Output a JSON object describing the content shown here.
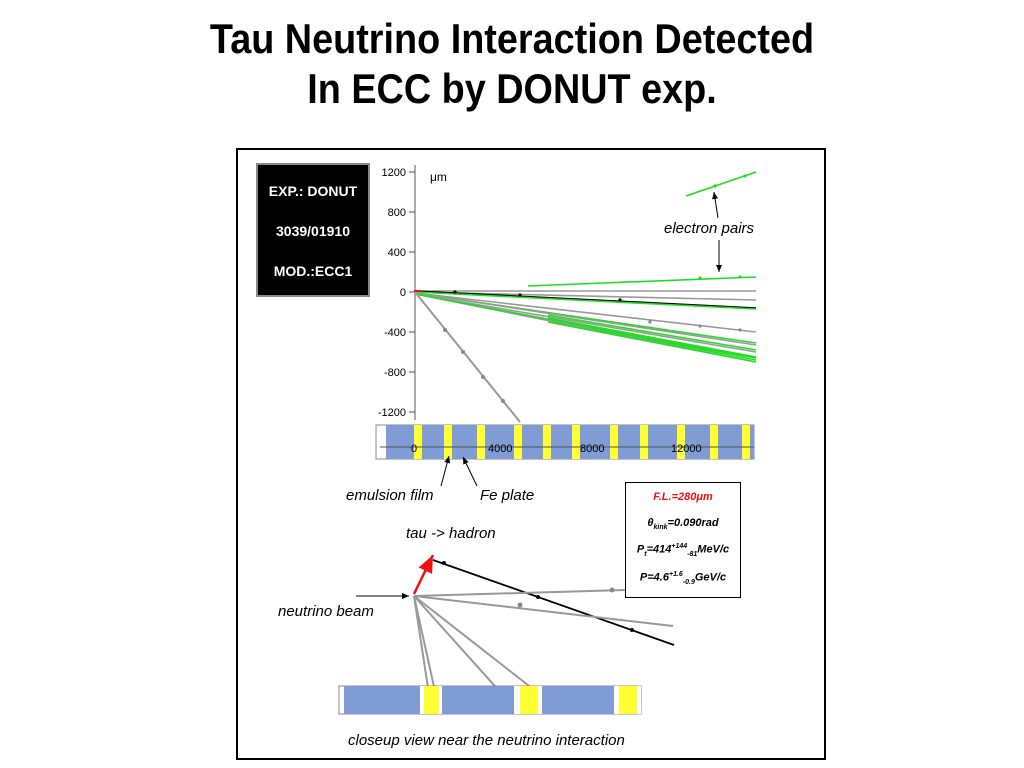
{
  "title": {
    "line1": "Tau Neutrino Interaction Detected",
    "line2": "In ECC by DONUT exp."
  },
  "id_box": {
    "exp": "EXP.: DONUT",
    "event": "3039/01910",
    "module": "MOD.:ECC1"
  },
  "y_axis": {
    "unit": "μm",
    "ticks": [
      "1200",
      "800",
      "400",
      "0",
      "-400",
      "-800",
      "-1200"
    ]
  },
  "x_axis": {
    "ticks": [
      "0",
      "4000",
      "8000",
      "12000"
    ]
  },
  "labels": {
    "electron_pairs": "electron pairs",
    "emulsion_film": "emulsion film",
    "fe_plate": "Fe plate",
    "tau_hadron": "tau -> hadron",
    "neutrino_beam": "neutrino beam",
    "closeup": "closeup view near the neutrino interaction"
  },
  "info_box": {
    "fl": "F.L.=280μm",
    "theta_sym": "θ",
    "theta_sub": "kink",
    "theta_val": "=0.090rad",
    "pt_sym": "P",
    "pt_sub": "t",
    "pt_val": "=414",
    "pt_sup": "+144",
    "pt_low": "-81",
    "pt_unit": "MeV/c",
    "p_val": "P=4.6",
    "p_sup": "+1.6",
    "p_low": "-0.9",
    "p_unit": "GeV/c"
  },
  "colors": {
    "green_track": "#22dd22",
    "gray_track": "#999999",
    "black_track": "#000000",
    "tau_track": "#ee1111",
    "film_blue": "#7f9cd4",
    "film_yellow": "#ffff33"
  }
}
